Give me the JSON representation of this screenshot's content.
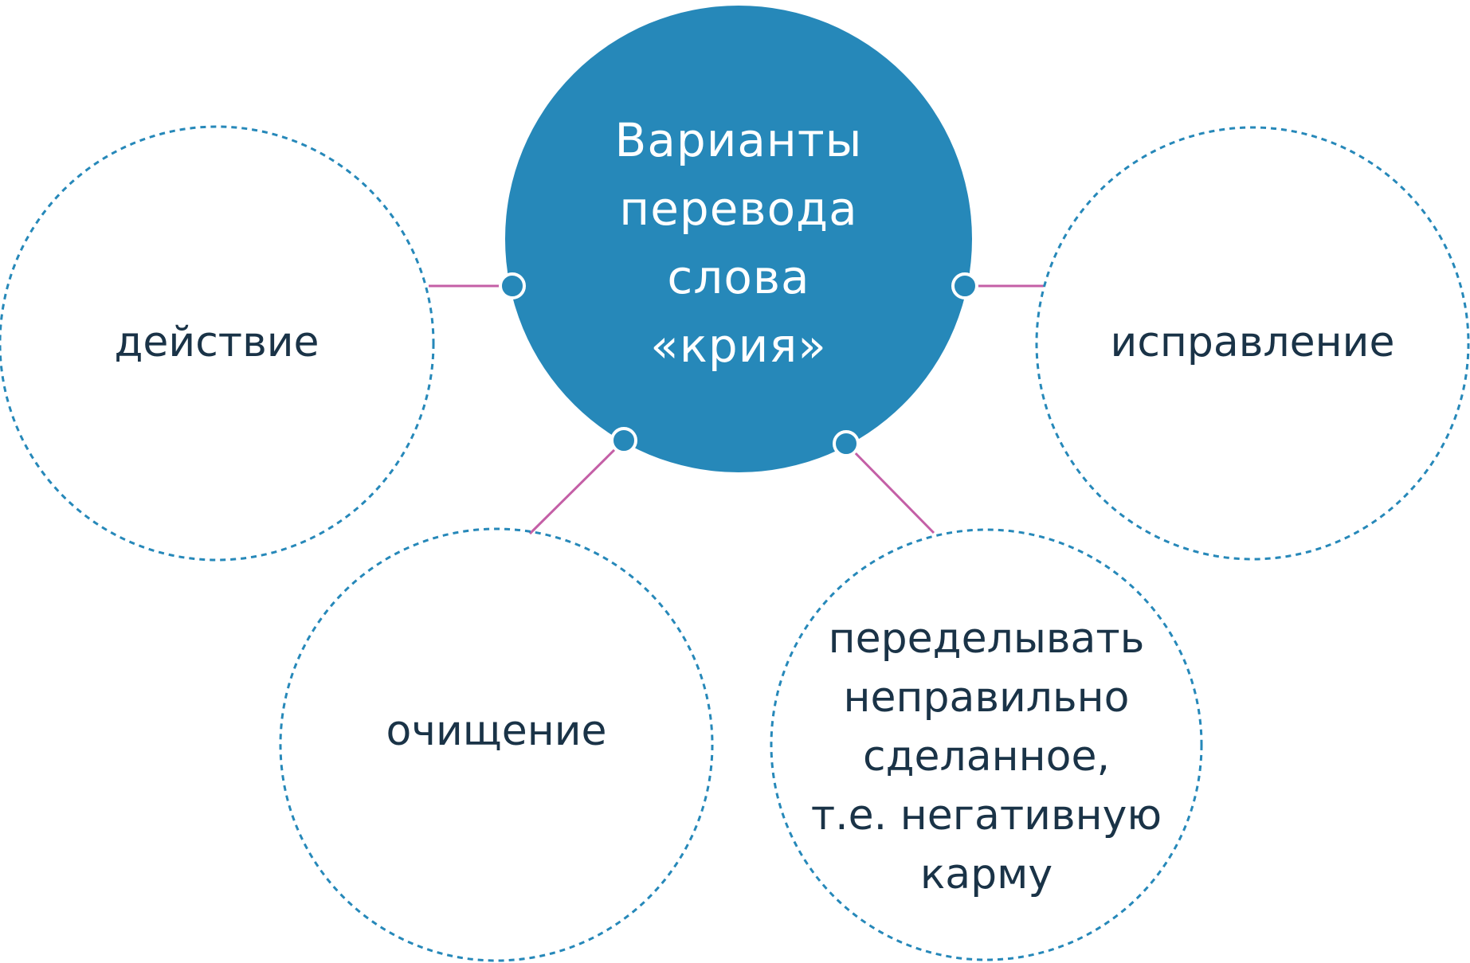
{
  "diagram": {
    "center": {
      "lines": [
        "Варианты",
        "перевода",
        "слова",
        "«крия»"
      ]
    },
    "nodes": [
      {
        "id": "action",
        "lines": [
          "действие"
        ]
      },
      {
        "id": "correction",
        "lines": [
          "исправление"
        ]
      },
      {
        "id": "cleansing",
        "lines": [
          "очищение"
        ]
      },
      {
        "id": "redo",
        "lines": [
          "переделывать",
          "неправильно",
          "сделанное,",
          "т.е. негативную",
          "карму"
        ]
      }
    ],
    "colors": {
      "center_fill": "#2688b9",
      "node_border": "#2688b9",
      "connector": "#c45fa6",
      "text_dark": "#1a3347",
      "text_light": "#ffffff"
    }
  }
}
